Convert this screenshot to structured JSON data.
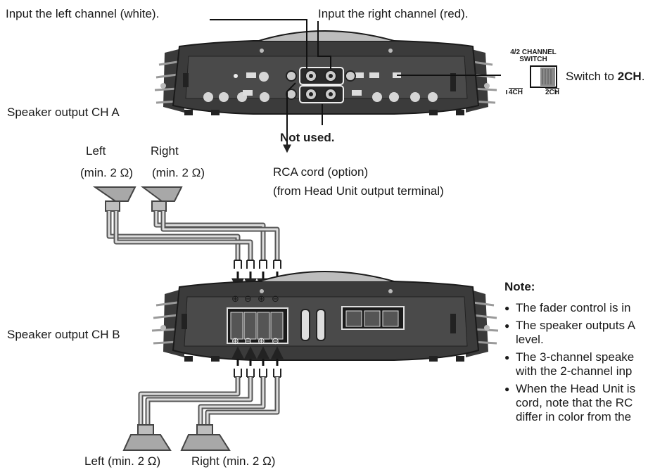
{
  "labels": {
    "input_left": "Input the left channel (white).",
    "input_right": "Input the right channel (red).",
    "switch_title_line1": "4/2  CHANNEL",
    "switch_title_line2": "SWITCH",
    "switch_4ch": "4CH",
    "switch_2ch": "2CH",
    "switch_to_prefix": "Switch to ",
    "switch_to_value": "2CH",
    "switch_to_suffix": ".",
    "not_used": "Not used.",
    "rca_line1": "RCA cord (option)",
    "rca_line2": "(from Head Unit output terminal)",
    "speaker_out_a": "Speaker output CH A",
    "left_a": "Left",
    "left_a_spec": "(min. 2 Ω)",
    "right_a": "Right",
    "right_a_spec": "(min. 2 Ω)",
    "speaker_out_b": "Speaker output CH B",
    "left_b": "Left (min. 2 Ω)",
    "right_b": "Right (min. 2 Ω)",
    "plus": "⊕",
    "minus": "⊖"
  },
  "note": {
    "title": "Note:",
    "items": [
      "The fader control is in",
      "The speaker outputs A",
      "level.",
      "The 3-channel speake",
      "with the 2-channel inp",
      "When the Head Unit is",
      "cord, note that the RC",
      "differ in color from the"
    ]
  }
}
